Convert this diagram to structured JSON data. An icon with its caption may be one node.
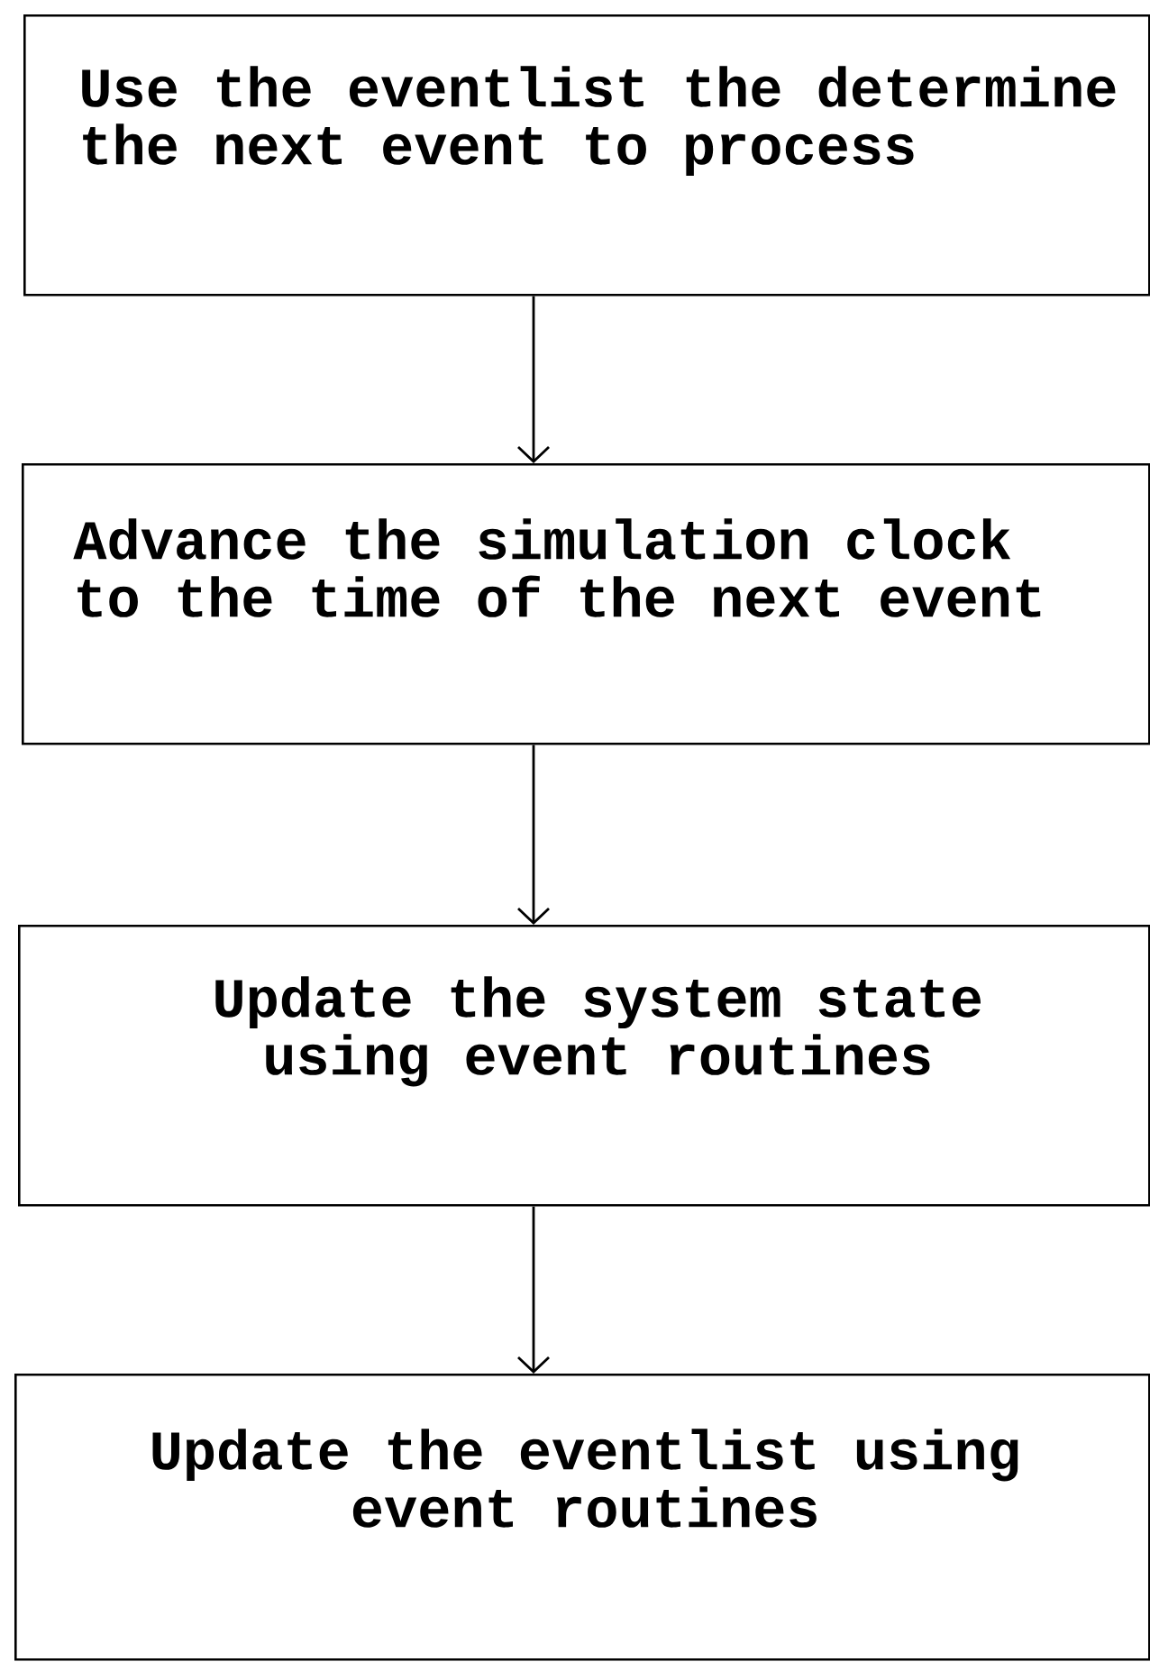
{
  "diagram": {
    "nodes": [
      {
        "text": [
          "Use the eventlist the determine the next event to process"
        ]
      },
      {
        "text": [
          "Advance the simulation clock to the time of the next event"
        ]
      },
      {
        "text": [
          "Update the system state using event routines"
        ]
      },
      {
        "text": [
          "Update the eventlist using event routines"
        ]
      }
    ],
    "edges": [
      {
        "from": 0,
        "to": 1,
        "arrow": "to"
      },
      {
        "from": 1,
        "to": 2,
        "arrow": "to"
      },
      {
        "from": 2,
        "to": 3,
        "arrow": "to"
      }
    ]
  }
}
